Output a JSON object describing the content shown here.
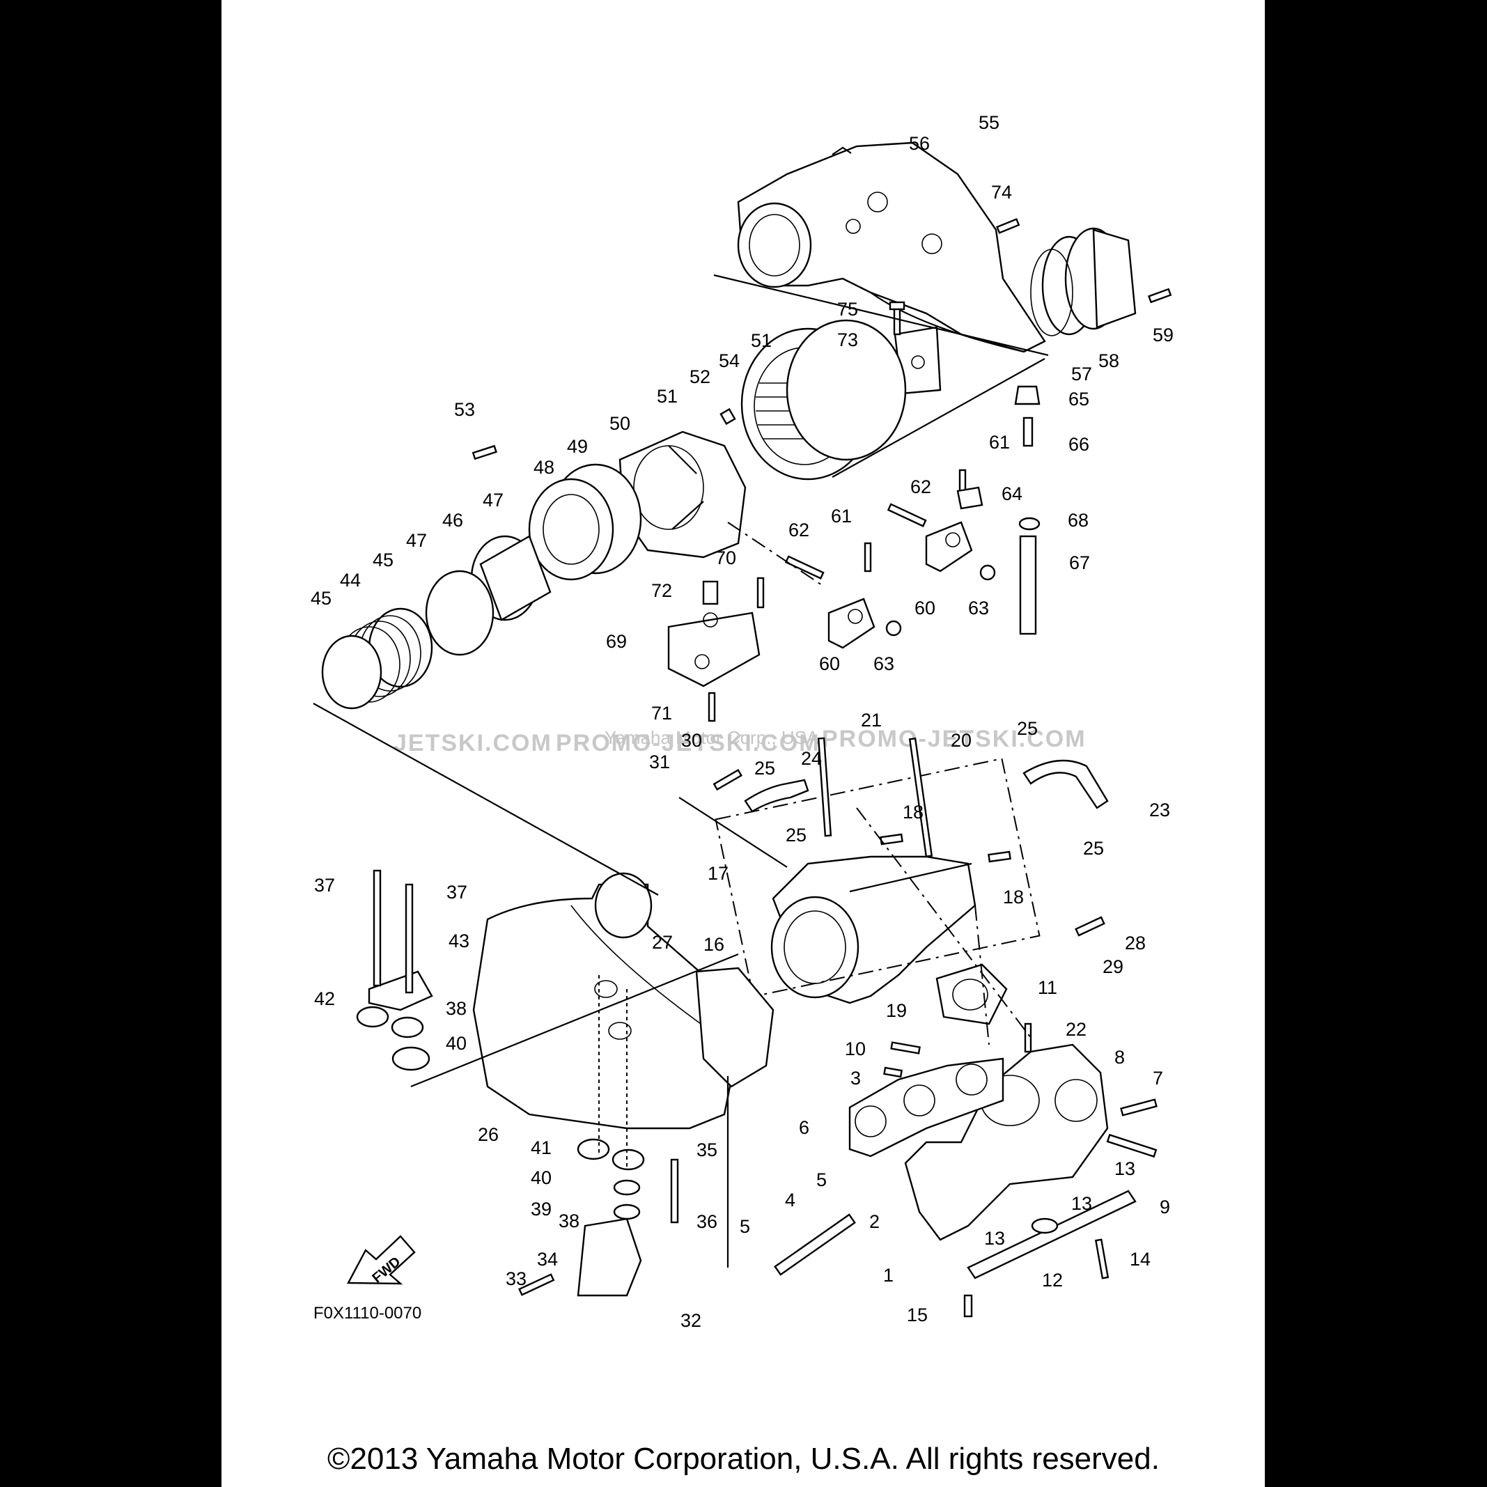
{
  "watermarks": {
    "site_left": "JETSKI.COM",
    "site_mid": "PROMO-JETSKI.COM",
    "site_right": "PROMO-JETSKI.COM",
    "owner": "Yamaha Motor Corp., USA"
  },
  "figure_code": "F0X1110-0070",
  "fwd_label": "FWD",
  "copyright": "©2013 Yamaha Motor Corporation, U.S.A. All rights reserved.",
  "callouts": [
    {
      "id": "c55",
      "text": "55"
    },
    {
      "id": "c56",
      "text": "56"
    },
    {
      "id": "c74",
      "text": "74"
    },
    {
      "id": "c59",
      "text": "59"
    },
    {
      "id": "c75",
      "text": "75"
    },
    {
      "id": "c73",
      "text": "73"
    },
    {
      "id": "c57",
      "text": "57"
    },
    {
      "id": "c58",
      "text": "58"
    },
    {
      "id": "c51a",
      "text": "51"
    },
    {
      "id": "c54",
      "text": "54"
    },
    {
      "id": "c52",
      "text": "52"
    },
    {
      "id": "c51b",
      "text": "51"
    },
    {
      "id": "c65",
      "text": "65"
    },
    {
      "id": "c66",
      "text": "66"
    },
    {
      "id": "c53",
      "text": "53"
    },
    {
      "id": "c50",
      "text": "50"
    },
    {
      "id": "c49",
      "text": "49"
    },
    {
      "id": "c48",
      "text": "48"
    },
    {
      "id": "c61a",
      "text": "61"
    },
    {
      "id": "c62a",
      "text": "62"
    },
    {
      "id": "c64",
      "text": "64"
    },
    {
      "id": "c68",
      "text": "68"
    },
    {
      "id": "c47a",
      "text": "47"
    },
    {
      "id": "c46",
      "text": "46"
    },
    {
      "id": "c47b",
      "text": "47"
    },
    {
      "id": "c45a",
      "text": "45"
    },
    {
      "id": "c44",
      "text": "44"
    },
    {
      "id": "c45b",
      "text": "45"
    },
    {
      "id": "c62b",
      "text": "62"
    },
    {
      "id": "c61b",
      "text": "61"
    },
    {
      "id": "c70",
      "text": "70"
    },
    {
      "id": "c72",
      "text": "72"
    },
    {
      "id": "c67",
      "text": "67"
    },
    {
      "id": "c60a",
      "text": "60"
    },
    {
      "id": "c63a",
      "text": "63"
    },
    {
      "id": "c69",
      "text": "69"
    },
    {
      "id": "c60b",
      "text": "60"
    },
    {
      "id": "c63b",
      "text": "63"
    },
    {
      "id": "c71",
      "text": "71"
    },
    {
      "id": "c21",
      "text": "21"
    },
    {
      "id": "c30",
      "text": "30"
    },
    {
      "id": "c20",
      "text": "20"
    },
    {
      "id": "c25a",
      "text": "25"
    },
    {
      "id": "c31",
      "text": "31"
    },
    {
      "id": "c25b",
      "text": "25"
    },
    {
      "id": "c24",
      "text": "24"
    },
    {
      "id": "c23",
      "text": "23"
    },
    {
      "id": "c18a",
      "text": "18"
    },
    {
      "id": "c25c",
      "text": "25"
    },
    {
      "id": "c25d",
      "text": "25"
    },
    {
      "id": "c37a",
      "text": "37"
    },
    {
      "id": "c37b",
      "text": "37"
    },
    {
      "id": "c17",
      "text": "17"
    },
    {
      "id": "c18b",
      "text": "18"
    },
    {
      "id": "c43",
      "text": "43"
    },
    {
      "id": "c27",
      "text": "27"
    },
    {
      "id": "c16",
      "text": "16"
    },
    {
      "id": "c28",
      "text": "28"
    },
    {
      "id": "c29",
      "text": "29"
    },
    {
      "id": "c42",
      "text": "42"
    },
    {
      "id": "c38a",
      "text": "38"
    },
    {
      "id": "c19",
      "text": "19"
    },
    {
      "id": "c11",
      "text": "11"
    },
    {
      "id": "c40a",
      "text": "40"
    },
    {
      "id": "c22",
      "text": "22"
    },
    {
      "id": "c10",
      "text": "10"
    },
    {
      "id": "c8",
      "text": "8"
    },
    {
      "id": "c3",
      "text": "3"
    },
    {
      "id": "c7",
      "text": "7"
    },
    {
      "id": "c6",
      "text": "6"
    },
    {
      "id": "c26",
      "text": "26"
    },
    {
      "id": "c41",
      "text": "41"
    },
    {
      "id": "c35",
      "text": "35"
    },
    {
      "id": "c40b",
      "text": "40"
    },
    {
      "id": "c13a",
      "text": "13"
    },
    {
      "id": "c9",
      "text": "9"
    },
    {
      "id": "c39",
      "text": "39"
    },
    {
      "id": "c5a",
      "text": "5"
    },
    {
      "id": "c38b",
      "text": "38"
    },
    {
      "id": "c36",
      "text": "36"
    },
    {
      "id": "c4",
      "text": "4"
    },
    {
      "id": "c13b",
      "text": "13"
    },
    {
      "id": "c2",
      "text": "2"
    },
    {
      "id": "c5b",
      "text": "5"
    },
    {
      "id": "c13c",
      "text": "13"
    },
    {
      "id": "c14",
      "text": "14"
    },
    {
      "id": "c34",
      "text": "34"
    },
    {
      "id": "c1",
      "text": "1"
    },
    {
      "id": "c12",
      "text": "12"
    },
    {
      "id": "c33",
      "text": "33"
    },
    {
      "id": "c32",
      "text": "32"
    },
    {
      "id": "c15",
      "text": "15"
    }
  ]
}
